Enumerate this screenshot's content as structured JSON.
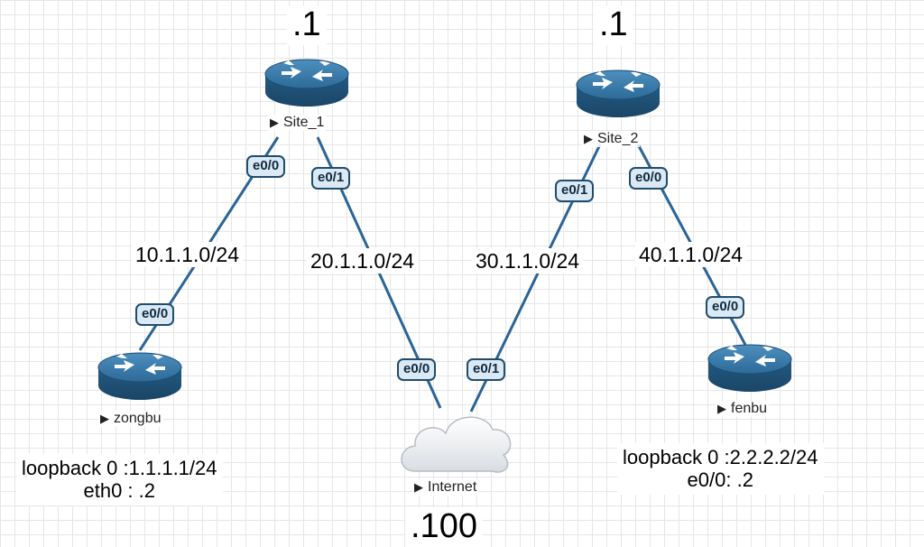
{
  "addresses": {
    "site1_host": ".1",
    "site2_host": ".1",
    "internet_host": ".100"
  },
  "networks": {
    "link1": "10.1.1.0/24",
    "link2": "20.1.1.0/24",
    "link3": "30.1.1.0/24",
    "link4": "40.1.1.0/24"
  },
  "ports": {
    "site1_e00": "e0/0",
    "site1_e01": "e0/1",
    "site2_e01": "e0/1",
    "site2_e00": "e0/0",
    "zongbu_e00": "e0/0",
    "internet_e00": "e0/0",
    "internet_e01": "e0/1",
    "fenbu_e00": "e0/0"
  },
  "nodes": {
    "site1": "Site_1",
    "site2": "Site_2",
    "zongbu": "zongbu",
    "internet": "Internet",
    "fenbu": "fenbu",
    "marker": "▶"
  },
  "info": {
    "left_loopback": "loopback 0 :1.1.1.1/24",
    "left_eth": "eth0 :  .2",
    "right_loopback": "loopback 0 :2.2.2.2/24",
    "right_eth": "e0/0: .2"
  },
  "colors": {
    "router": "#2c6a96",
    "link": "#2a6496",
    "port_bg": "#dbe9f4"
  }
}
